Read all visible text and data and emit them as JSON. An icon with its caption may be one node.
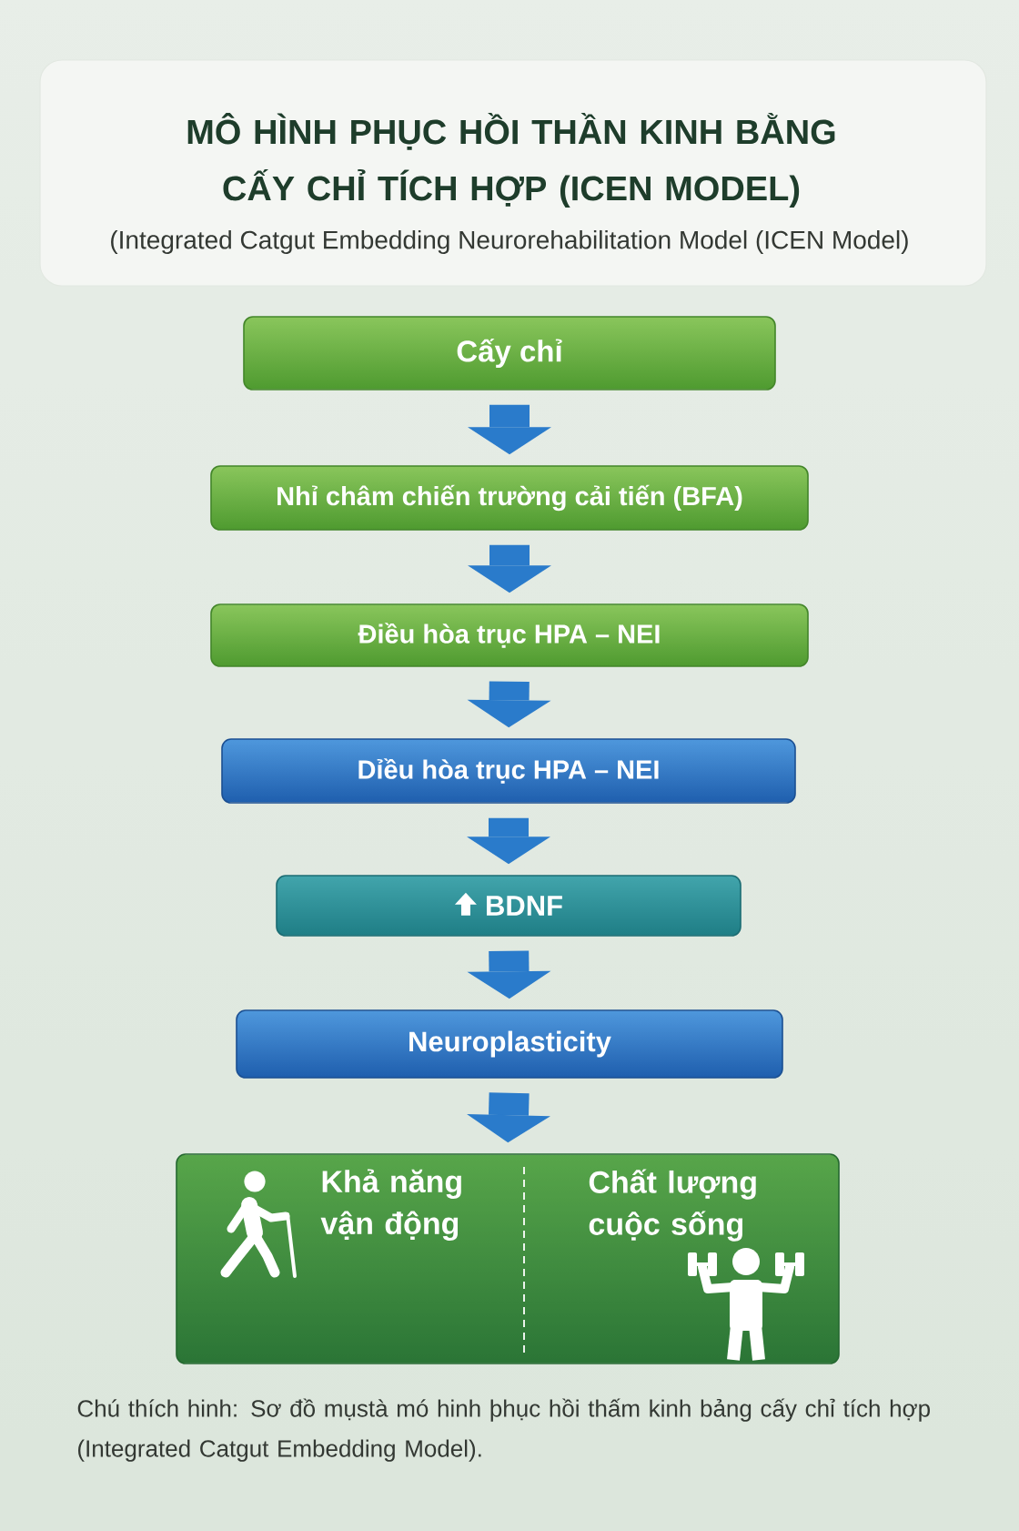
{
  "diagram": {
    "title": "MÔ HÌNH PHỤC HỒI THẦN KINH BẰNG CẤY CHỈ TÍCH HỢP (ICEN MODEL)",
    "caption": "Chú thích hinh: Sơ đồ mụstà mó hinh þhục hồi thấm kinh bảng cấy chỉ tích hợp (Integrated Catgut Embedding Model).",
    "nodes": [
      {
        "text": [
          "Cấy chỉ"
        ]
      },
      {
        "text": [
          "Nhỉ châm chiến trường cải tiến (BFA)"
        ]
      },
      {
        "text": [
          "Điều hòa trục HPA – NEI"
        ]
      },
      {
        "text": [
          "Dỉều hòa trục HPA – NEI"
        ]
      },
      {
        "text": [
          "BDNF"
        ]
      },
      {
        "text": [
          "Neuroplasticity"
        ]
      },
      {
        "text": [
          "Khả năng vận động",
          "Chất lượng cuộc sống"
        ]
      }
    ],
    "edges": [
      {
        "from": 0,
        "to": 1,
        "arrow": "to"
      },
      {
        "from": 1,
        "to": 2,
        "arrow": "to"
      },
      {
        "from": 2,
        "to": 3,
        "arrow": "to"
      },
      {
        "from": 3,
        "to": 4,
        "arrow": "to"
      },
      {
        "from": 4,
        "to": 5,
        "arrow": "to"
      },
      {
        "from": 5,
        "to": 6,
        "arrow": "to"
      }
    ],
    "labels": [
      "(Integrated Catgut Embedding Neurorehabilitation Model (ICEN Model)"
    ]
  }
}
